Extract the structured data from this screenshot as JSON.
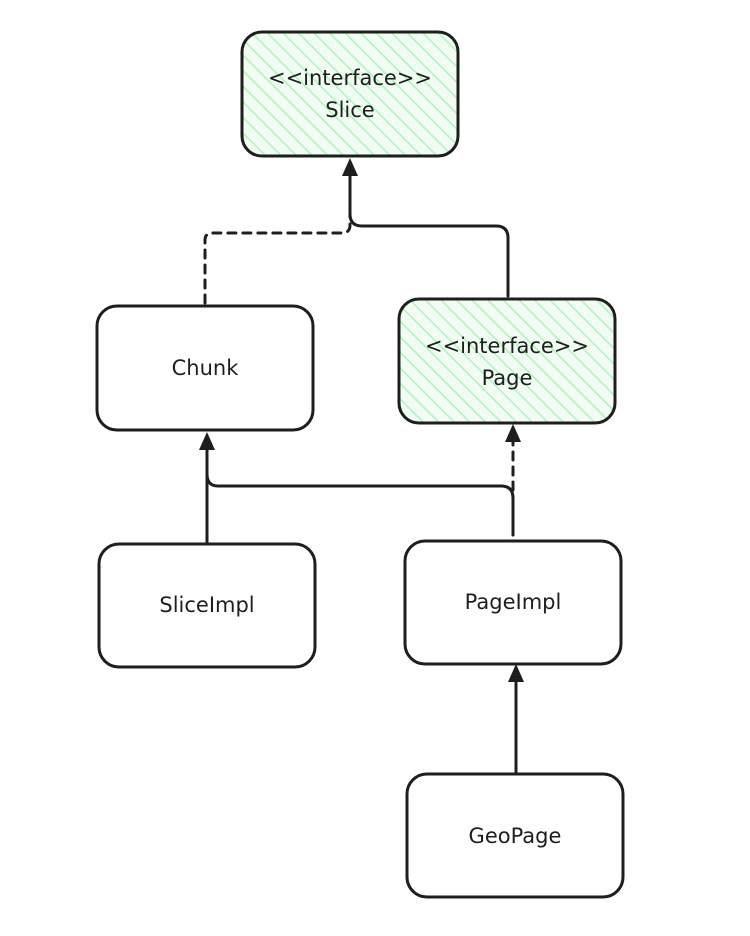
{
  "colors": {
    "stroke": "#1e1e1e",
    "background": "#ffffff",
    "interface_hatch": "#b2f2bb",
    "interface_fill": "#f1fcf2"
  },
  "nodes": {
    "slice": {
      "stereotype": "<<interface>>",
      "name": "Slice"
    },
    "chunk": {
      "name": "Chunk"
    },
    "page": {
      "stereotype": "<<interface>>",
      "name": "Page"
    },
    "slice_impl": {
      "name": "SliceImpl"
    },
    "page_impl": {
      "name": "PageImpl"
    },
    "geo_page": {
      "name": "GeoPage"
    }
  }
}
